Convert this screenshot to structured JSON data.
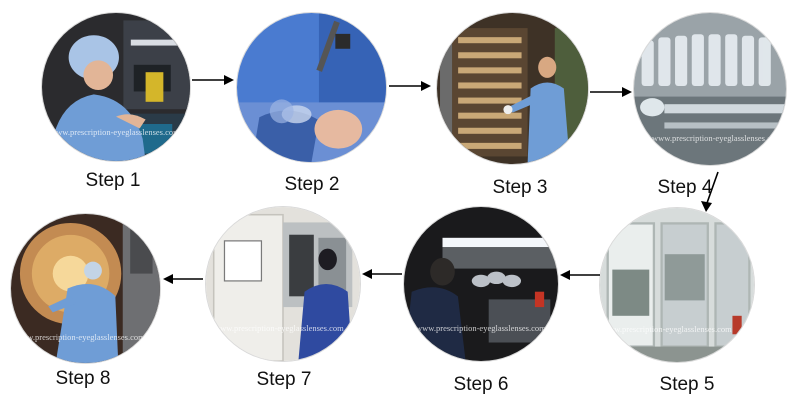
{
  "watermark": "www.prescription-eyeglasslenses.com",
  "steps": [
    {
      "label": "Step 1",
      "scene": "worker in blue uniform and cap assembling lens molds at workbench"
    },
    {
      "label": "Step 2",
      "scene": "hand filling lens mold with resin dispenser"
    },
    {
      "label": "Step 3",
      "scene": "worker loading molds into curing oven racks"
    },
    {
      "label": "Step 4",
      "scene": "rows of clear lens molds in cleaning tank"
    },
    {
      "label": "Step 5",
      "scene": "glass-enclosed clean room equipment"
    },
    {
      "label": "Step 6",
      "scene": "worker inspecting lenses under bright lamp"
    },
    {
      "label": "Step 7",
      "scene": "worker placing lenses into chamber cabinet"
    },
    {
      "label": "Step 8",
      "scene": "worker operating vacuum coating machine"
    }
  ],
  "colors": {
    "uniform_blue": "#6f9dd6",
    "arrow": "#000000",
    "label_text": "#111111"
  }
}
